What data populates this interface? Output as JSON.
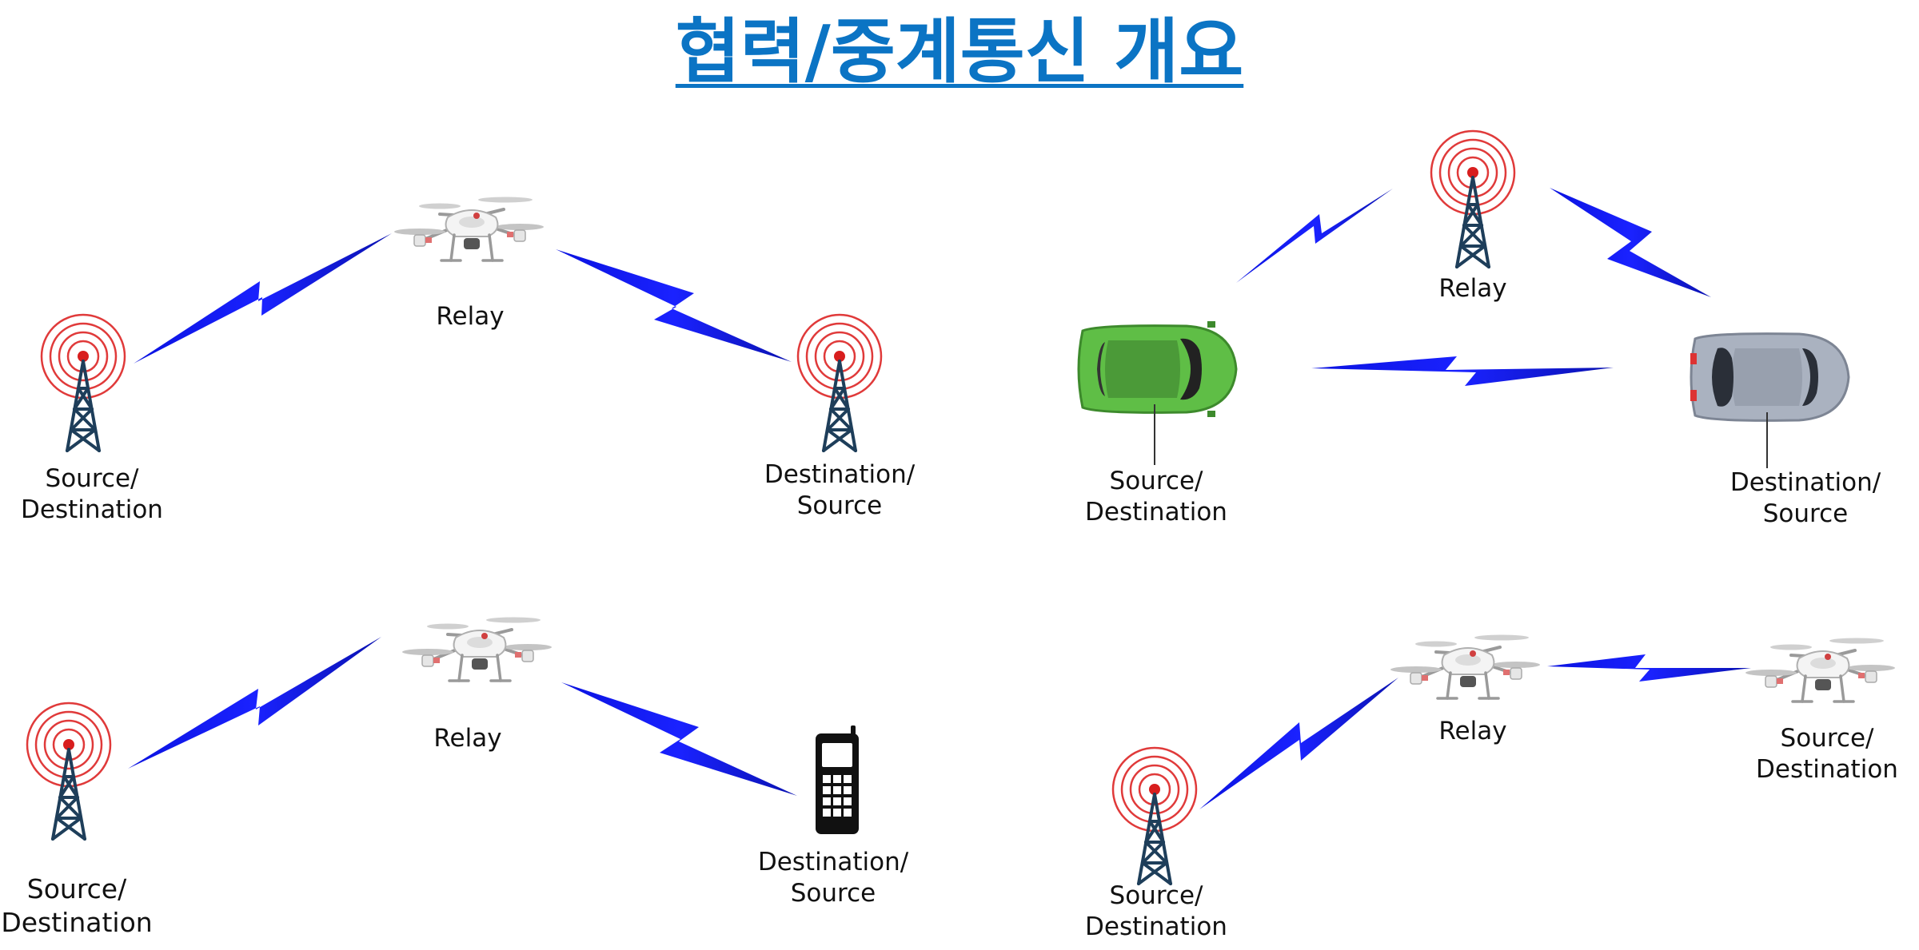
{
  "title": "협력/중계통신 개요",
  "colors": {
    "title": "#0b74c4",
    "link": "#0a12e0",
    "tower": "#1e3e5a",
    "signal": "#d81e1e",
    "green_car": "#5fbe46",
    "silver_car": "#aab2c0"
  },
  "scenarios": [
    {
      "name": "drone-relay-between-base-stations",
      "relay": {
        "icon": "drone-icon",
        "label": "Relay"
      },
      "source": {
        "icon": "tower-icon",
        "line1": "Source/",
        "line2": "Destination"
      },
      "destination": {
        "icon": "tower-icon",
        "line1": "Destination/",
        "line2": "Source"
      }
    },
    {
      "name": "base-station-relay-between-vehicles",
      "relay": {
        "icon": "tower-icon",
        "label": "Relay"
      },
      "source": {
        "icon": "green-car-icon",
        "line1": "Source/",
        "line2": "Destination"
      },
      "destination": {
        "icon": "silver-car-icon",
        "line1": "Destination/",
        "line2": "Source"
      }
    },
    {
      "name": "drone-relay-base-station-to-phone",
      "relay": {
        "icon": "drone-icon",
        "label": "Relay"
      },
      "source": {
        "icon": "tower-icon",
        "line1": "Source/",
        "line2": "Destination"
      },
      "destination": {
        "icon": "phone-icon",
        "line1": "Destination/",
        "line2": "Source"
      }
    },
    {
      "name": "drone-relay-base-station-to-drone",
      "relay": {
        "icon": "drone-icon",
        "label": "Relay"
      },
      "source": {
        "icon": "tower-icon",
        "line1": "Source/",
        "line2": "Destination"
      },
      "destination": {
        "icon": "drone-icon",
        "line1": "Source/",
        "line2": "Destination"
      }
    }
  ]
}
